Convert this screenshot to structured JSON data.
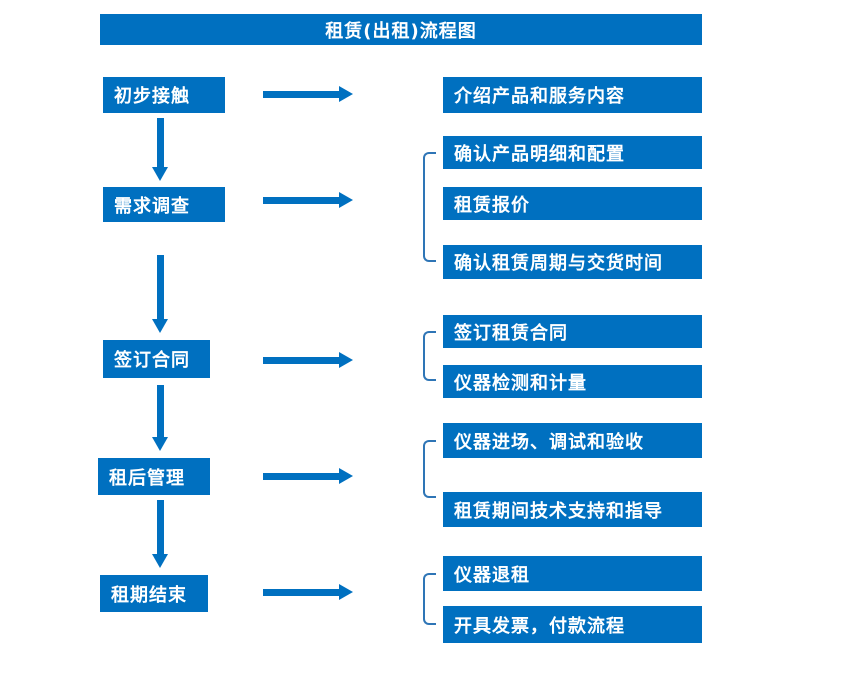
{
  "title": "租赁(出租)流程图",
  "colors": {
    "primary_blue": "#0070c0",
    "bracket_blue": "#2e75b6",
    "text_on_blue": "#ffffff",
    "background": "#ffffff"
  },
  "steps": [
    {
      "label": "初步接触",
      "details": [
        "介绍产品和服务内容"
      ]
    },
    {
      "label": "需求调查",
      "details": [
        "确认产品明细和配置",
        "租赁报价",
        "确认租赁周期与交货时间"
      ]
    },
    {
      "label": "签订合同",
      "details": [
        "签订租赁合同",
        "仪器检测和计量"
      ]
    },
    {
      "label": "租后管理",
      "details": [
        "仪器进场、调试和验收",
        "租赁期间技术支持和指导"
      ]
    },
    {
      "label": "租期结束",
      "details": [
        "仪器退租",
        "开具发票，付款流程"
      ]
    }
  ]
}
